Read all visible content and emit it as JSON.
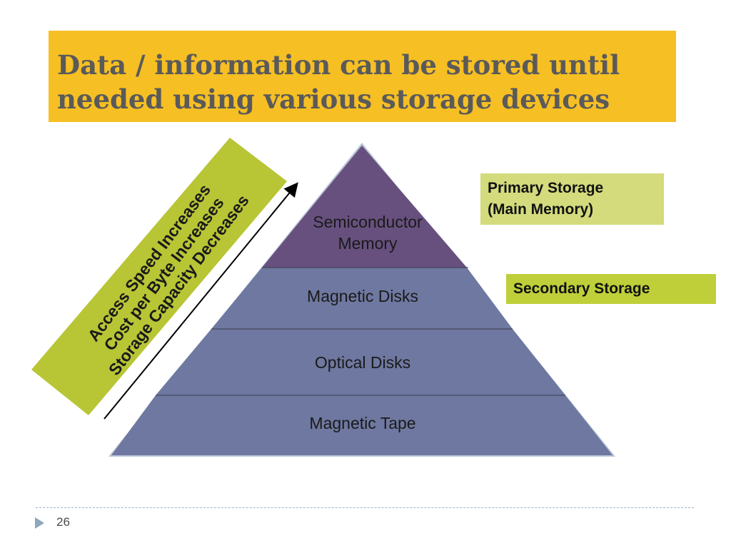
{
  "slide": {
    "title": "Data / information can be stored until\nneeded using various storage devices",
    "page_number": "26"
  },
  "pyramid": {
    "tiers": [
      {
        "label": "Semiconductor\nMemory",
        "color": "#67507e"
      },
      {
        "label": "Magnetic Disks",
        "color": "#6e78a0"
      },
      {
        "label": "Optical Disks",
        "color": "#6e78a0"
      },
      {
        "label": "Magnetic Tape",
        "color": "#6e78a0"
      }
    ]
  },
  "side_text": "Access Speed Increases\nCost per Byte Increases\nStorage Capacity Decreases",
  "callouts": {
    "primary": "Primary Storage\n(Main Memory)",
    "secondary": "Secondary Storage"
  },
  "colors": {
    "title_background": "#f6bf23",
    "side_band": "#b8c535",
    "callout_primary": "#d3db7c",
    "callout_secondary": "#bfcf3a",
    "arrow": "#000000"
  }
}
